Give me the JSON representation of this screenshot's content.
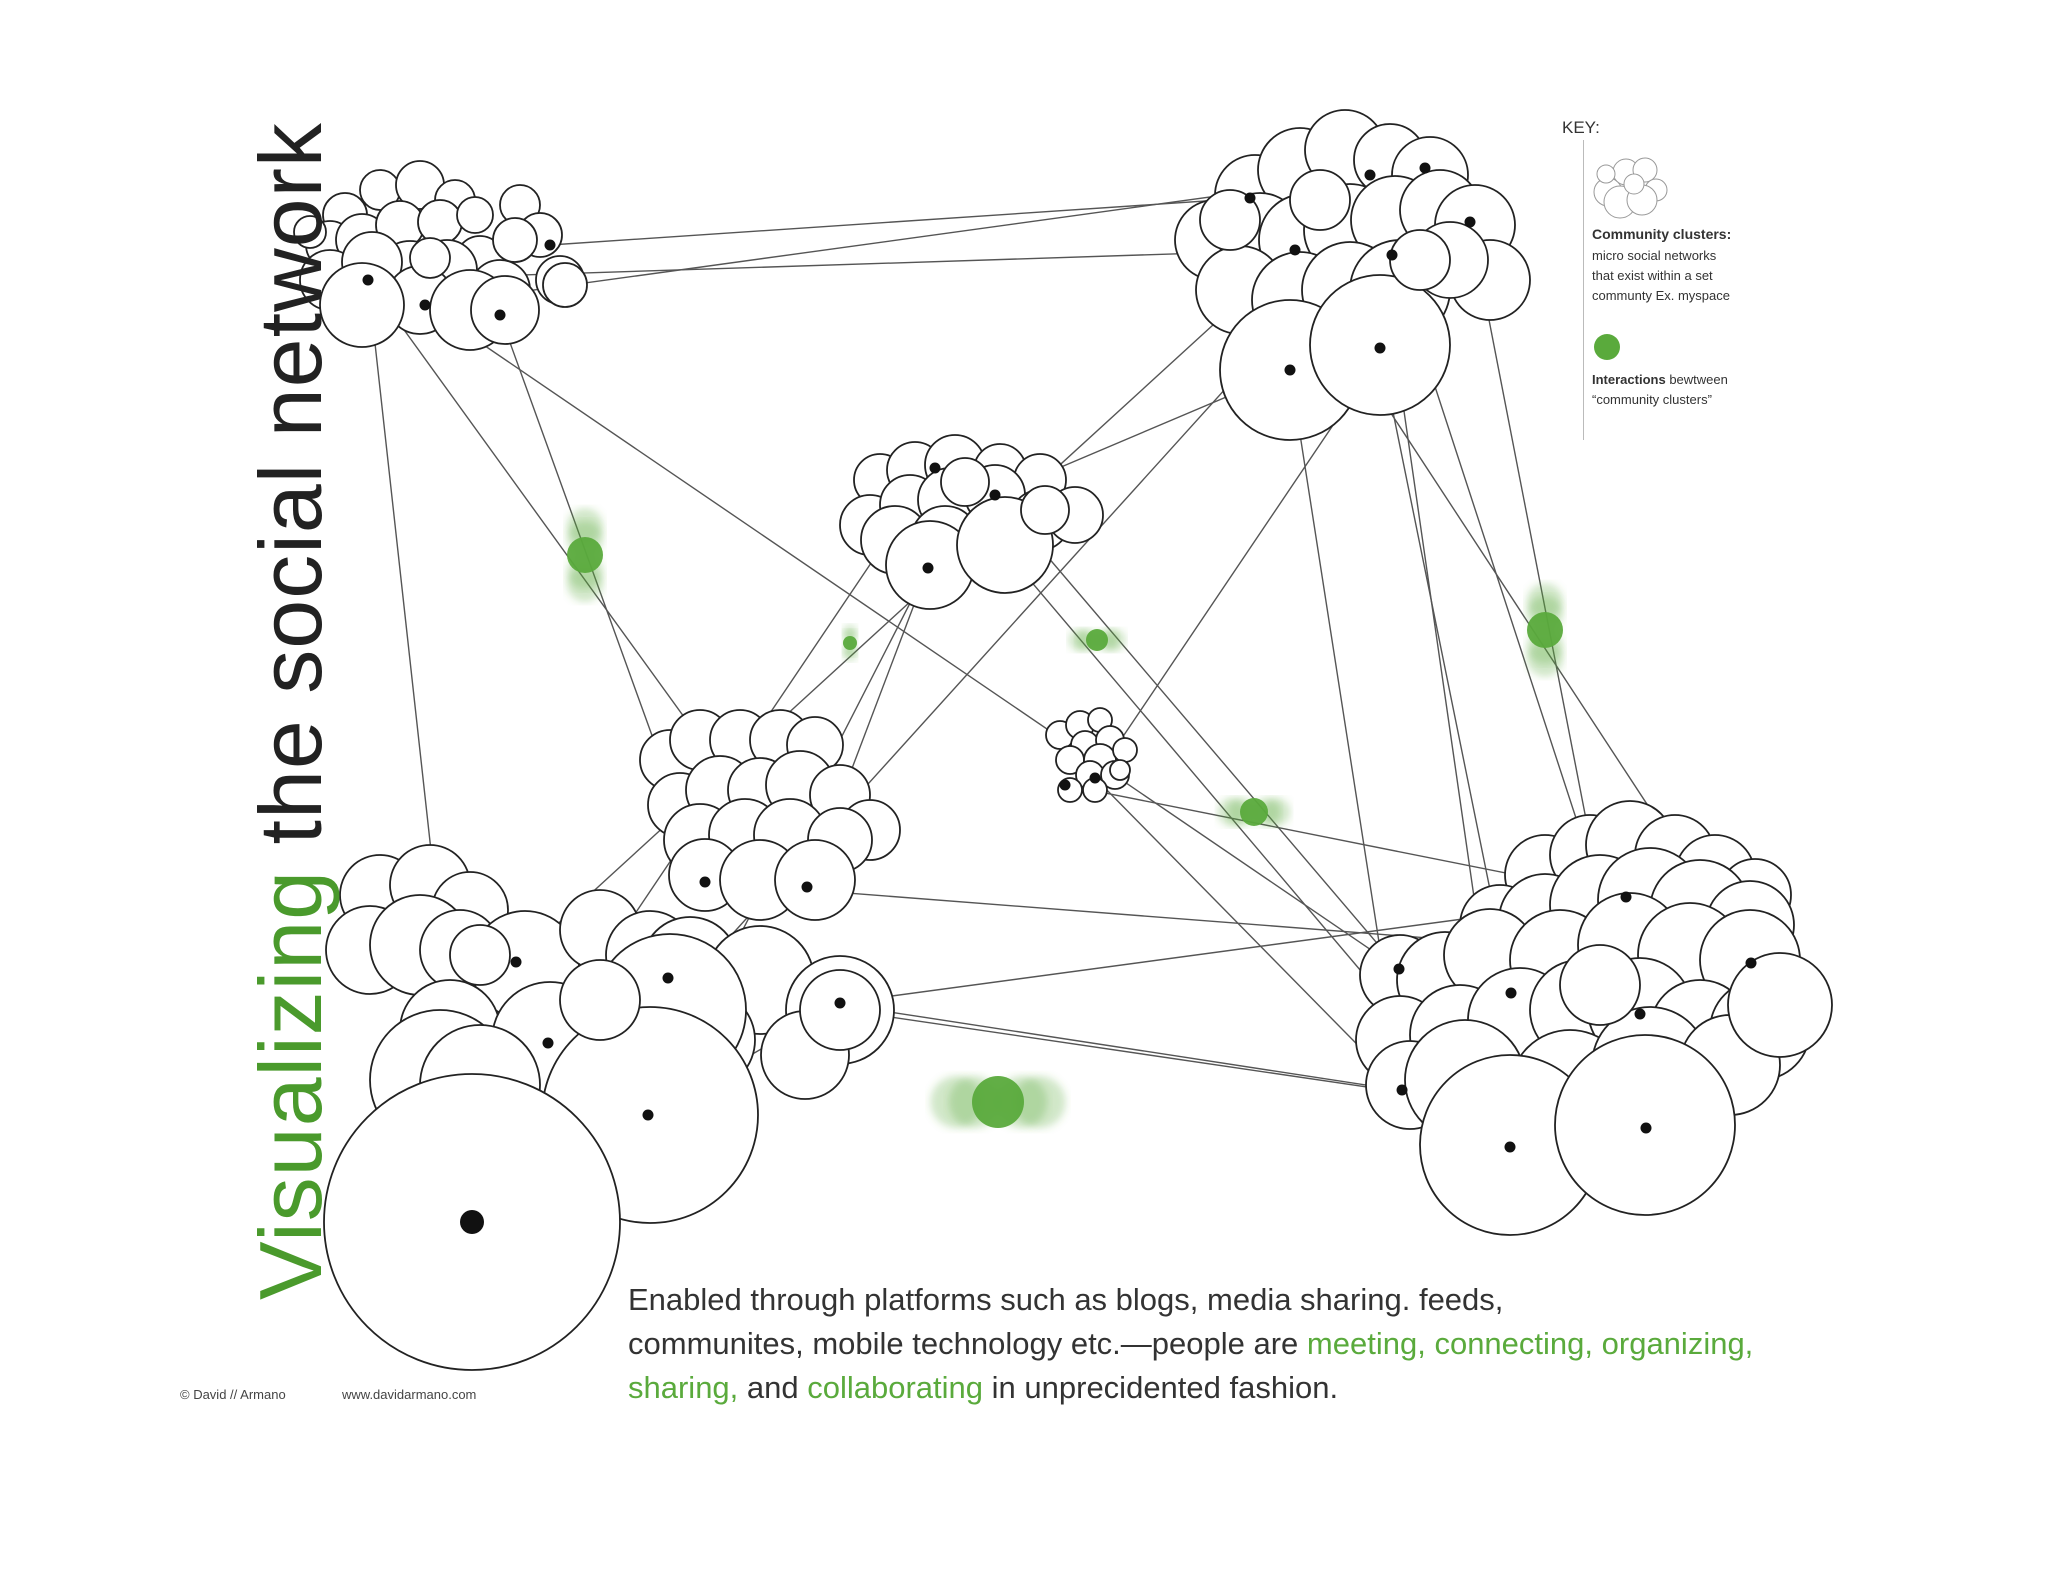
{
  "title": {
    "part1": "Visualizing",
    "part2": "the social network"
  },
  "key": {
    "heading": "KEY:",
    "clusters_title": "Community clusters:",
    "clusters_desc": [
      "micro social networks",
      "that exist within a set",
      "communty Ex. myspace"
    ],
    "interactions_title": "Interactions",
    "interactions_title_rest": "bewtween",
    "interactions_desc": "“community clusters”"
  },
  "caption": {
    "line1": "Enabled through platforms such as blogs, media sharing. feeds,",
    "line2_a": "communites, mobile technology etc.—people are ",
    "meeting": "meeting,",
    "connecting": "connecting,",
    "organizing": "organizing,",
    "sharing": "sharing,",
    "and": " and ",
    "collaborating": "collaborating",
    "line3_rest": " in unprecidented fashion."
  },
  "credits": {
    "copyright": "© David // Armano",
    "url": "www.davidarmano.com"
  },
  "colors": {
    "accent": "#5aaa3c",
    "title_green": "#4a9a2c",
    "ink": "#222222"
  }
}
